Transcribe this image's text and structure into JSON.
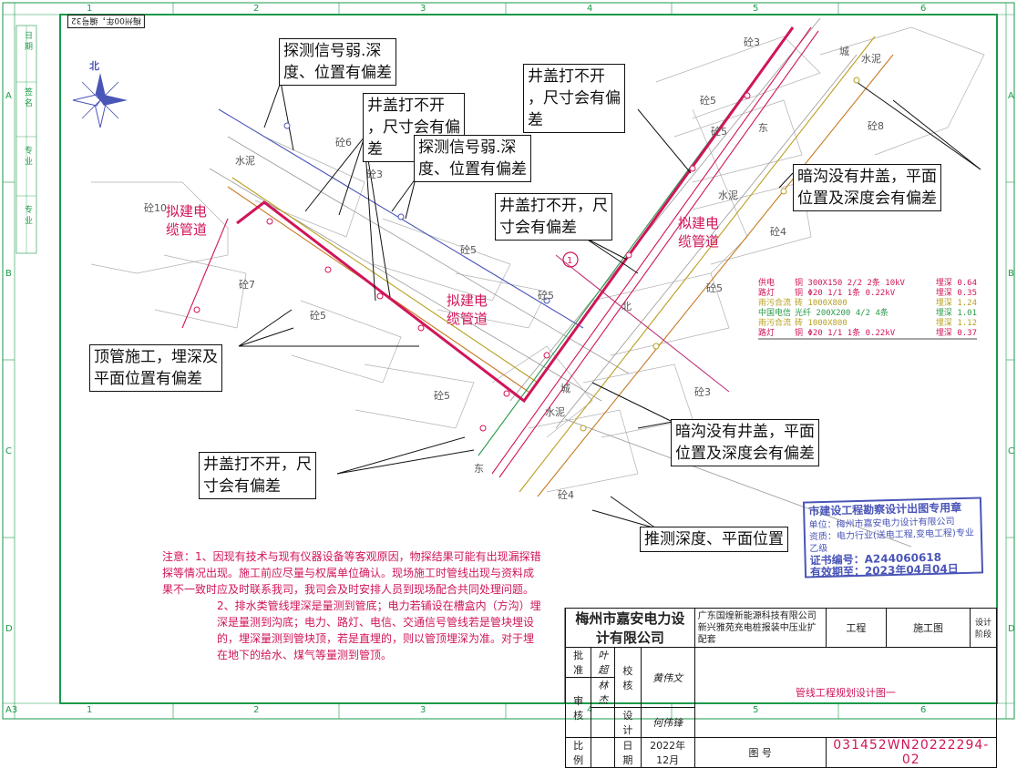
{
  "callouts": [
    "探测信号弱.深\n度、位置有偏差",
    "井盖打不开\n，尺寸会有偏\n差",
    "探测信号弱.深\n度、位置有偏差",
    "井盖打不开\n，尺寸会有偏\n差",
    "井盖打不开，尺\n寸会有偏差",
    "暗沟没有井盖，平面\n位置及深度会有偏差",
    "顶管施工，埋深及\n平面位置有偏差",
    "暗沟没有井盖，平面\n位置及深度会有偏差",
    "井盖打不开，尺\n寸会有偏差",
    "推测深度、平面位置"
  ],
  "proposed_labels": [
    "拟建电\n缆管道",
    "拟建电\n缆管道",
    "拟建电\n缆管道"
  ],
  "legend": [
    {
      "type": "供电",
      "spec": "铜 300X150 2/2 2条 10kV",
      "depth": "埋深 0.64",
      "color": "#d0155a"
    },
    {
      "type": "路灯",
      "spec": "铜 Φ20 1/1 1条 0.22kV",
      "depth": "埋深 0.35",
      "color": "#d0155a"
    },
    {
      "type": "雨污合流",
      "spec": "砖 1000X800",
      "depth": "埋深 1.24",
      "color": "#b8a020"
    },
    {
      "type": "中国电信",
      "spec": "光纤 200X200 4/2 4条",
      "depth": "埋深 1.01",
      "color": "#2a9a4a"
    },
    {
      "type": "雨污合流",
      "spec": "砖 1000X800",
      "depth": "埋深 1.12",
      "color": "#b8a020"
    },
    {
      "type": "路灯",
      "spec": "铜 Φ20 1/1 1条 0.22kV",
      "depth": "埋深 0.37",
      "color": "#d0155a"
    }
  ],
  "notes": [
    "注意：1、因现有技术与现有仪器设备等客观原因，物探结果可能有出现漏探错探等情况出现。施工前应尽量与权属单位确认。现场施工时管线出现与资料成果不一致时应及时联系我司，我司会及时安排人员到现场配合共同处理问题。",
    "2、排水类管线埋深是量测到管底；电力若铺设在槽盒内（方沟）埋深是量测到沟底；电力、路灯、电信、交通信号管线若是管块埋设的，埋深量测到管块顶，若是直埋的，则以管顶埋深为准。对于埋在地下的给水、煤气等量测到管顶。"
  ],
  "stamp": {
    "title": "市建设工程勘察设计出图专用章",
    "unit": "单位：梅州市嘉安电力设计有限公司",
    "grade": "资质：电力行业(送电工程,变电工程)专业乙级",
    "cert": "证书编号：A244060618",
    "expiry": "有效期至：2023年04月04日"
  },
  "title_block": {
    "company": "梅州市嘉安电力设计有限公司",
    "project": "广东国煌新能源科技有限公司新兴雅苑充电桩报装中压业扩配套",
    "project_suffix": "工程",
    "stage": "施工图",
    "stage_label": "设计阶段",
    "approve_label": "批 准",
    "approve_sign": "叶超",
    "approve_sign2": "林杰",
    "check_label": "校 核",
    "check_sign": "黄伟文",
    "review_label": "审 核",
    "design_label": "设 计",
    "design_sign": "何伟锋",
    "drawing_title": "管线工程规划设计图一",
    "scale_label": "比 例",
    "date_label": "日 期",
    "date": "2022年12月",
    "number_label": "图 号",
    "number": "031452WN20222294-02"
  },
  "grid": {
    "columns": [
      "1",
      "2",
      "3",
      "4",
      "5",
      "6"
    ],
    "rows": [
      "A",
      "B",
      "C",
      "D"
    ],
    "sheet_size": "A3"
  },
  "margin_labels": [
    "日 期",
    "签 名",
    "专 业",
    "专 业"
  ],
  "sheet_tag": "梅州00年，编号32",
  "north": "北",
  "road_labels": [
    "水泥",
    "水泥",
    "水泥",
    "水泥",
    "东",
    "东",
    "北",
    "城",
    "城"
  ],
  "building_labels": [
    "砼10",
    "砼7",
    "砼5",
    "砼3",
    "砼6",
    "砼5",
    "砼5",
    "砼5",
    "砼4",
    "砼5",
    "砼3",
    "砼8",
    "砼3",
    "砼5",
    "砼4",
    "砼5"
  ],
  "colors": {
    "power": "#d0155a",
    "telecom": "#2a9a4a",
    "drain": "#b8a020",
    "frame": "#1a9a4a",
    "existing": "#4a55b8"
  }
}
